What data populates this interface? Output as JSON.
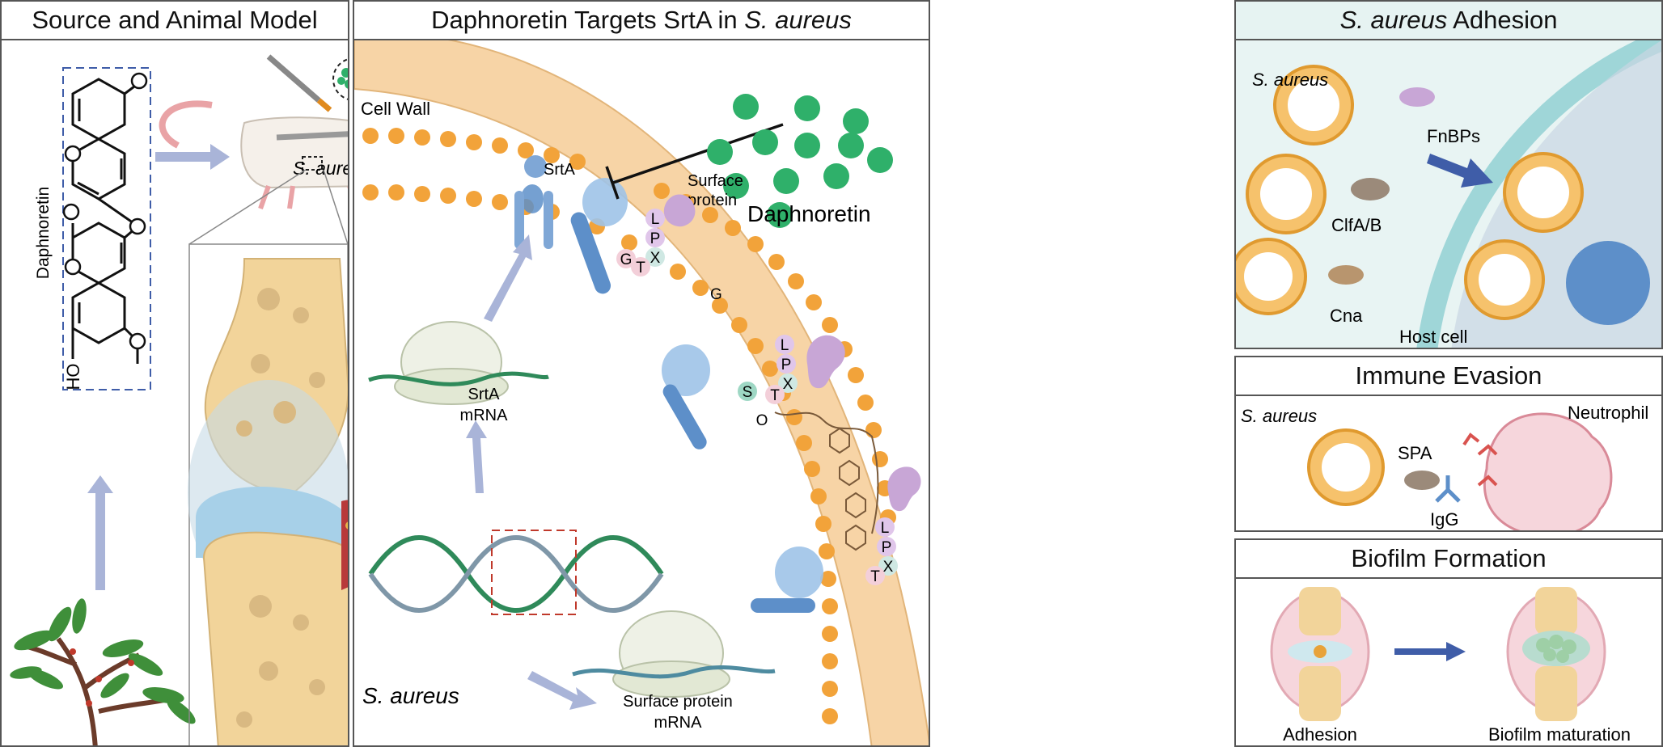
{
  "panels": {
    "source": {
      "title": "Source and Animal Model",
      "molecule_label": "Daphnoretin",
      "hydroxyl_label": "HO",
      "mouse_label": "S. aureus"
    },
    "main": {
      "title_prefix": "Daphnoretin Targets SrtA in ",
      "title_italic": "S. aureus",
      "cell_wall": "Cell Wall",
      "srta": "SrtA",
      "surface_protein_1": "Surface",
      "surface_protein_2": "protein",
      "daphnoretin": "Daphnoretin",
      "srta_mrna_1": "SrtA",
      "srta_mrna_2": "mRNA",
      "surface_mrna_1": "Surface protein",
      "surface_mrna_2": "mRNA",
      "organism": "S. aureus",
      "motif_1": [
        "L",
        "P",
        "X",
        "T",
        "G"
      ],
      "motif_g": "G",
      "motif_2": [
        "L",
        "P",
        "X",
        "T"
      ],
      "motif_s": "S",
      "motif_o": "O",
      "motif_3": [
        "L",
        "P",
        "X",
        "T"
      ]
    },
    "adhesion": {
      "title_italic": "S. aureus",
      "title_rest": " Adhesion",
      "organism": "S. aureus",
      "fnbps": "FnBPs",
      "clfab": "ClfA/B",
      "cna": "Cna",
      "host_cell": "Host cell"
    },
    "immune": {
      "title": "Immune Evasion",
      "organism": "S. aureus",
      "neutrophil": "Neutrophil",
      "spa": "SPA",
      "igg": "IgG"
    },
    "biofilm": {
      "title": "Biofilm Formation",
      "adhesion": "Adhesion",
      "maturation": "Biofilm maturation"
    }
  },
  "colors": {
    "border": "#555555",
    "teal_bg": "#e8f4f3",
    "lipid_head": "#f2a33a",
    "cell_wall": "#f7d4a6",
    "daphnoretin_green": "#2fb06a",
    "arrow": "#a9b4d8",
    "srta_blue": "#5d8fc9",
    "surface_protein": "#c8a6d6",
    "bone": "#f3dcA2",
    "bone_spot": "#d9b982"
  }
}
